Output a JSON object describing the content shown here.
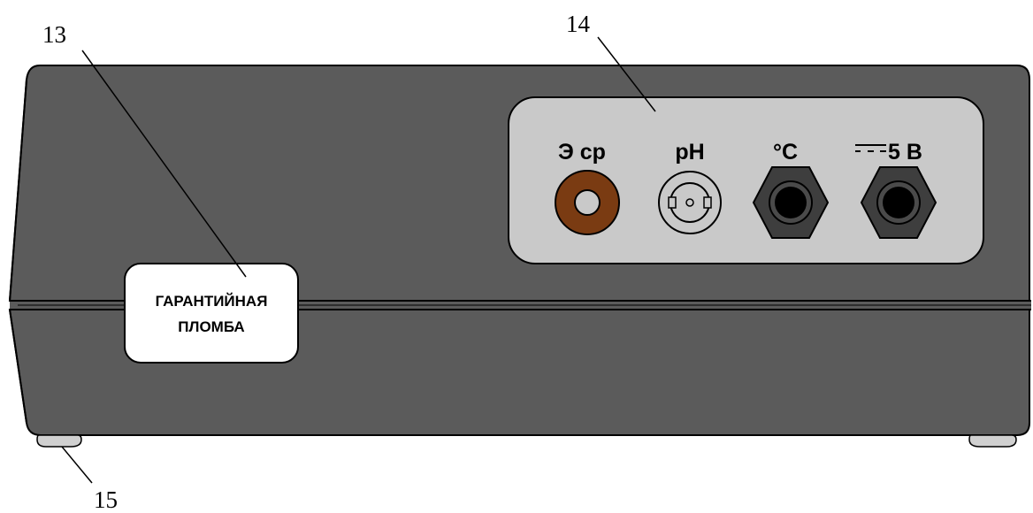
{
  "callouts": {
    "seal": "13",
    "connector_panel": "14",
    "foot": "15"
  },
  "seal_label": {
    "line1": "ГАРАНТИЙНАЯ",
    "line2": "ПЛОМБА"
  },
  "ports": [
    {
      "label": "Э ср",
      "icon": "reference-electrode-socket-icon"
    },
    {
      "label": "pH",
      "icon": "bnc-connector-icon"
    },
    {
      "label": "°C",
      "icon": "temperature-sensor-socket-icon"
    },
    {
      "label": "5 В",
      "icon": "dc-power-socket-icon"
    }
  ],
  "colors": {
    "body": "#5b5b5b",
    "panel": "#c9c9c9",
    "socket_brown": "#7a3b12",
    "socket_dark": "#3e3e3e"
  }
}
